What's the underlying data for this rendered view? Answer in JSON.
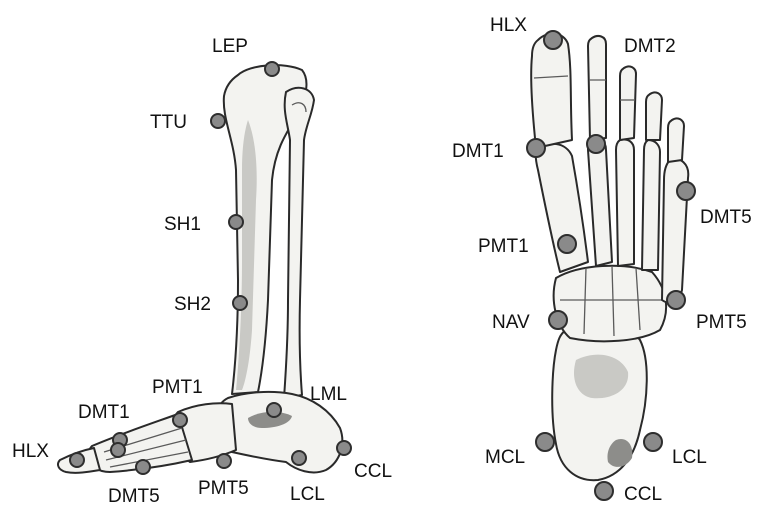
{
  "lateral_view": {
    "labels": {
      "lep": "LEP",
      "ttu": "TTU",
      "sh1": "SH1",
      "sh2": "SH2",
      "pmt1": "PMT1",
      "lml": "LML",
      "dmt1": "DMT1",
      "hlx": "HLX",
      "ccl": "CCL",
      "dmt5": "DMT5",
      "pmt5": "PMT5",
      "lcl": "LCL"
    }
  },
  "plantar_view": {
    "labels": {
      "hlx": "HLX",
      "dmt2": "DMT2",
      "dmt1": "DMT1",
      "dmt5": "DMT5",
      "pmt1": "PMT1",
      "nav": "NAV",
      "pmt5": "PMT5",
      "mcl": "MCL",
      "lcl": "LCL",
      "ccl": "CCL"
    }
  },
  "colors": {
    "marker_fill": "#8a8a8a",
    "bone_fill": "#f3f3f0",
    "outline": "#2a2a2a"
  }
}
